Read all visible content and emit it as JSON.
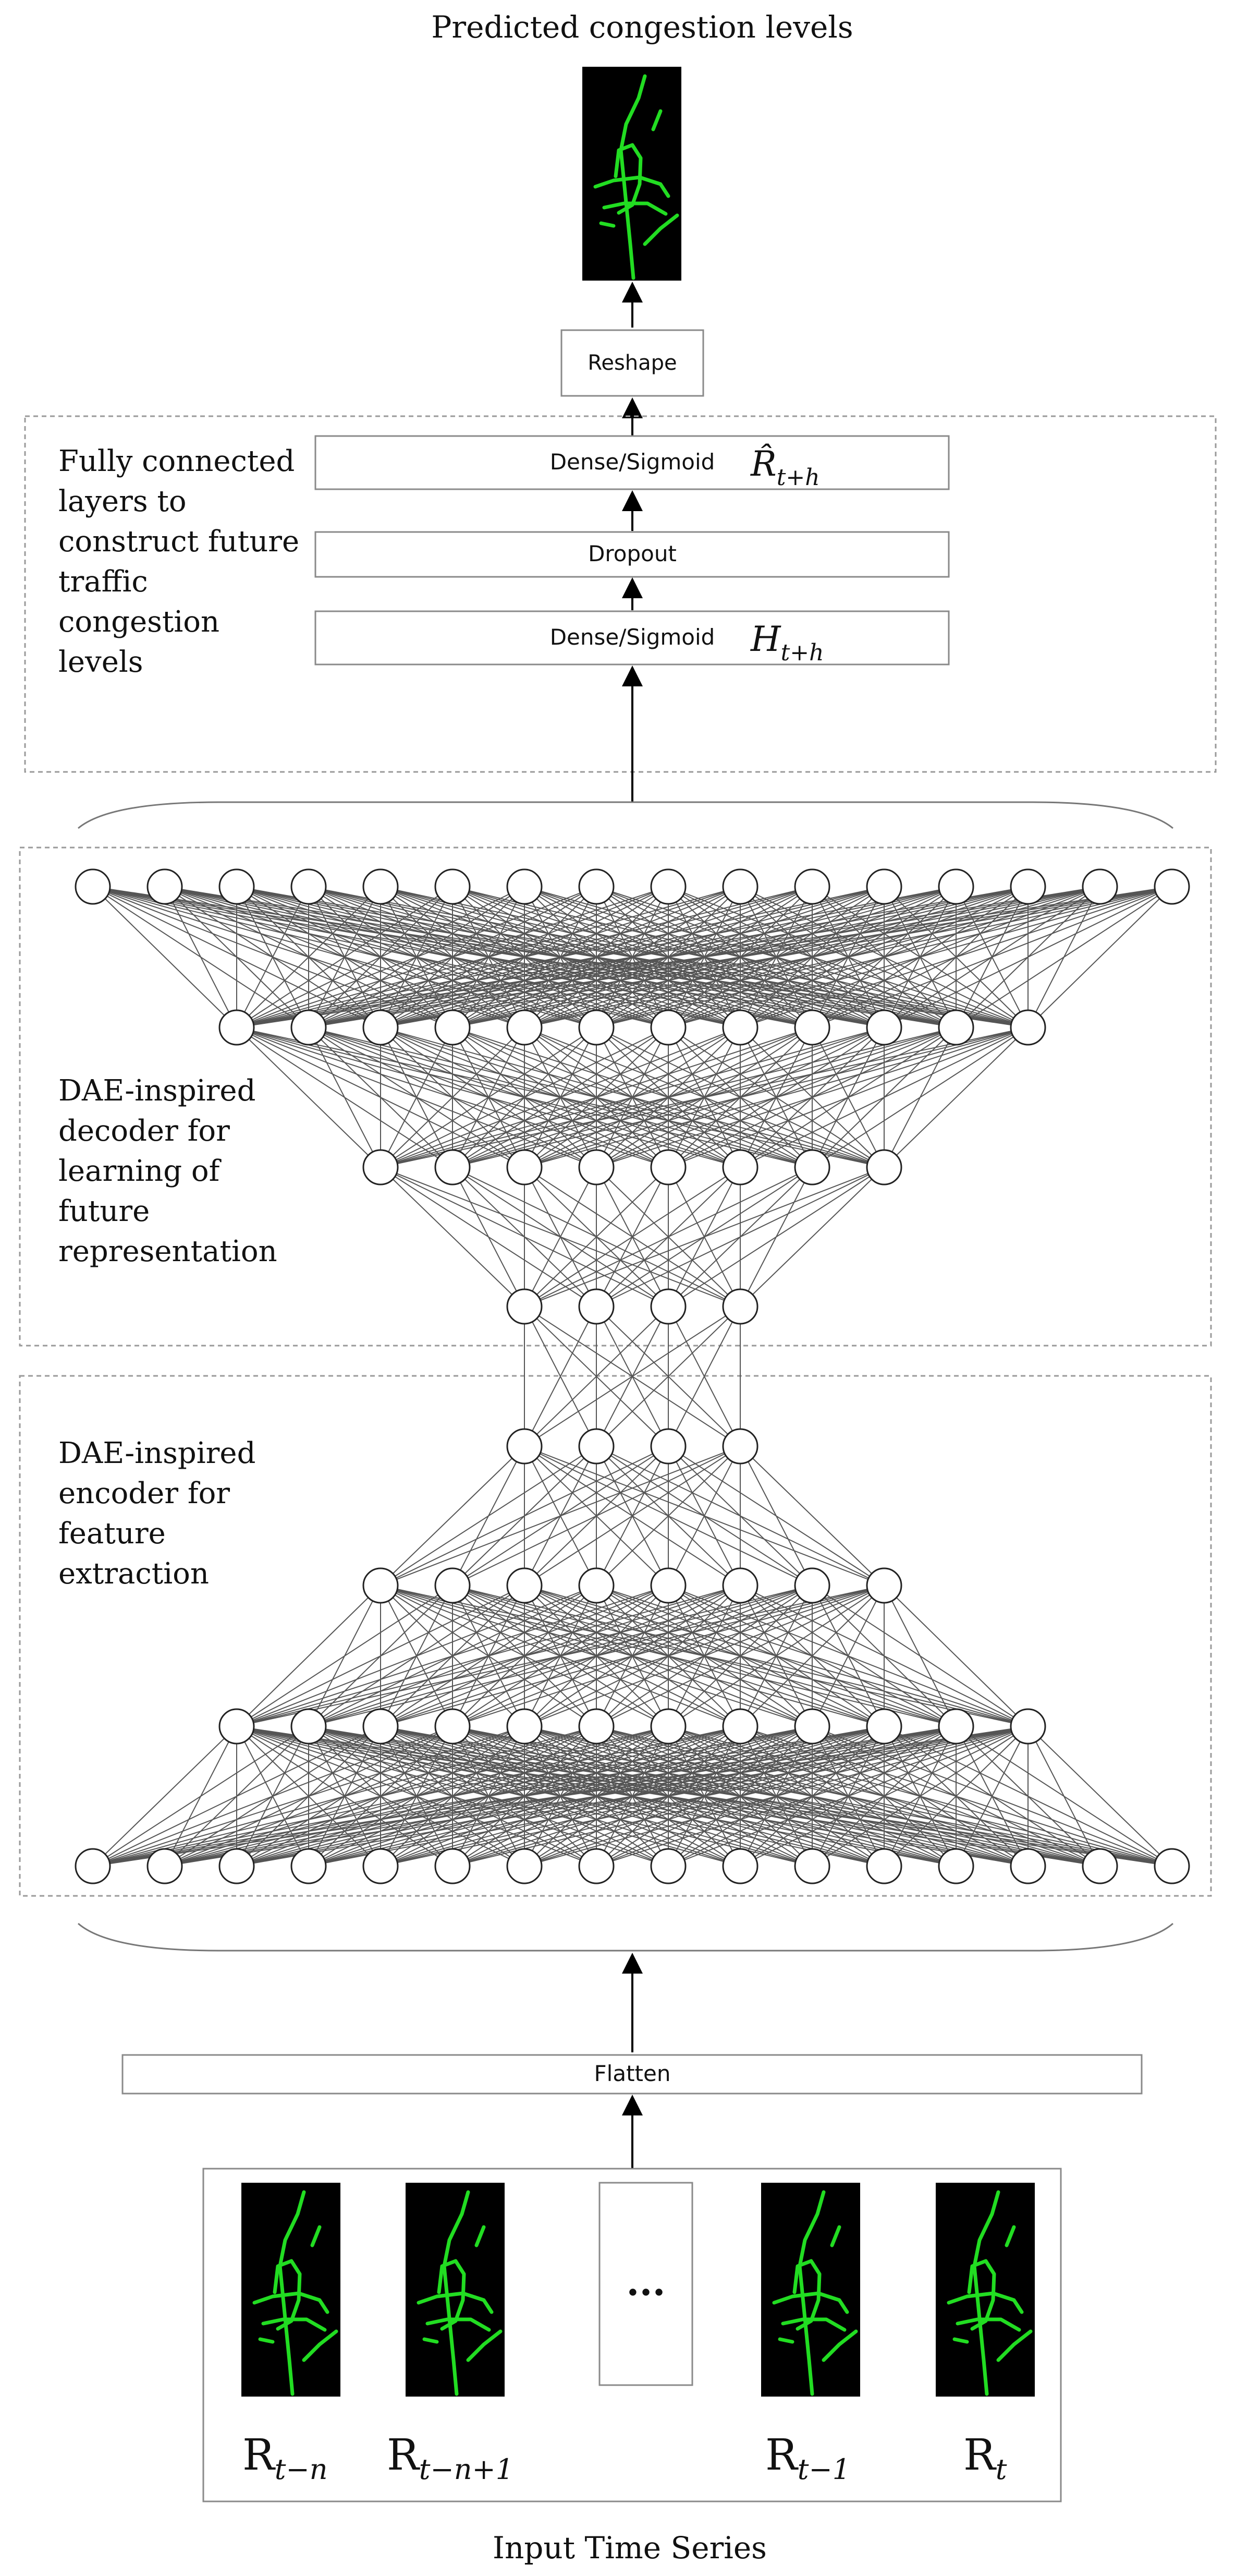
{
  "title": "Predicted congestion levels",
  "bottom_label": "Input Time Series",
  "layers": {
    "reshape": "Reshape",
    "dense_top": "Dense/Sigmoid",
    "dense_top_symbol": "R̂",
    "dense_top_sub": "t+h",
    "dropout": "Dropout",
    "dense_bottom": "Dense/Sigmoid",
    "dense_bottom_symbol": "H",
    "dense_bottom_sub": "t+h",
    "flatten": "Flatten"
  },
  "groups": {
    "fc_lines": [
      "Fully connected",
      "layers to",
      "construct future",
      "traffic",
      "congestion",
      "levels"
    ],
    "decoder_lines": [
      "DAE-inspired",
      "decoder for",
      "learning of",
      "future",
      "representation"
    ],
    "encoder_lines": [
      "DAE-inspired",
      "encoder for",
      "feature",
      "extraction"
    ]
  },
  "input_frames": {
    "ellipsis": "···",
    "labels": [
      {
        "main": "R",
        "sub": "t−n"
      },
      {
        "main": "R",
        "sub": "t−n+1"
      },
      {
        "main": "R",
        "sub": "t−1"
      },
      {
        "main": "R",
        "sub": "t"
      }
    ]
  },
  "network": {
    "decoder_layer_sizes": [
      16,
      12,
      8,
      4
    ],
    "encoder_layer_sizes": [
      4,
      8,
      12,
      16
    ]
  },
  "colors": {
    "map_background": "#000000",
    "map_road": "#22dd22",
    "box_border": "#8a8a8a",
    "edge": "#555555"
  }
}
